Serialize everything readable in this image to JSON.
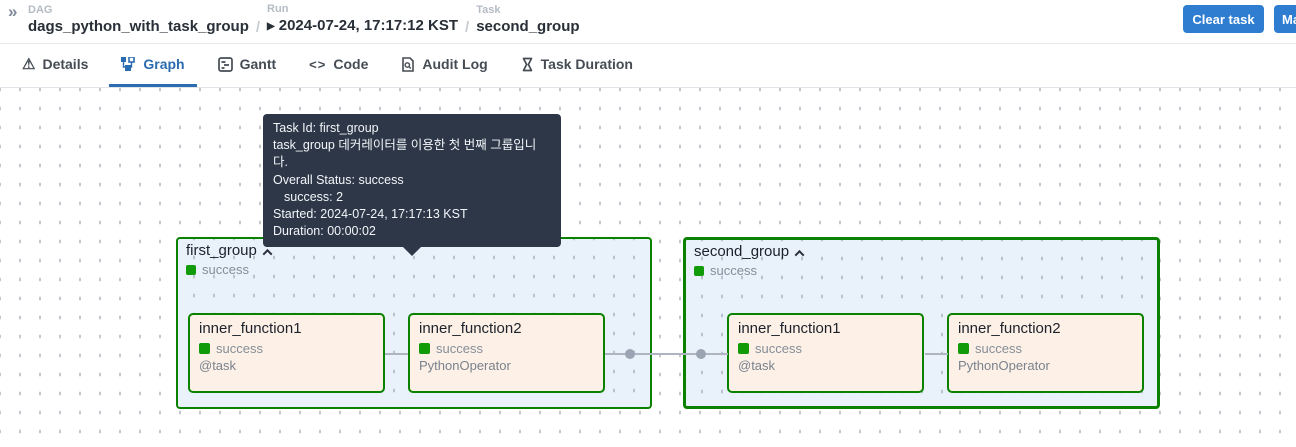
{
  "header": {
    "collapse_icon": "»",
    "separator": "/",
    "breadcrumb": [
      {
        "label": "DAG",
        "value": "dags_python_with_task_group"
      },
      {
        "label": "Run",
        "value": "2024-07-24, 17:17:12 KST",
        "play_icon": "▶"
      },
      {
        "label": "Task",
        "value": "second_group"
      }
    ],
    "actions": {
      "clear_task": "Clear task",
      "mark_state_visible": "Ma"
    }
  },
  "tabs": [
    {
      "label": "Details",
      "icon": "warning-triangle"
    },
    {
      "label": "Graph",
      "icon": "graph",
      "active": true
    },
    {
      "label": "Gantt",
      "icon": "gantt"
    },
    {
      "label": "Code",
      "icon": "code"
    },
    {
      "label": "Audit Log",
      "icon": "audit-log"
    },
    {
      "label": "Task Duration",
      "icon": "hourglass"
    }
  ],
  "tooltip": {
    "lines": [
      "Task Id: first_group",
      "task_group 데커레이터를 이용한 첫 번째 그룹입니다.",
      "Overall Status: success",
      "success: 2",
      "Started: 2024-07-24, 17:17:13 KST",
      "Duration: 00:00:02"
    ]
  },
  "graph": {
    "groups": [
      {
        "name": "first_group",
        "status": "success",
        "tasks": [
          {
            "name": "inner_function1",
            "status": "success",
            "operator": "@task"
          },
          {
            "name": "inner_function2",
            "status": "success",
            "operator": "PythonOperator"
          }
        ]
      },
      {
        "name": "second_group",
        "status": "success",
        "tasks": [
          {
            "name": "inner_function1",
            "status": "success",
            "operator": "@task"
          },
          {
            "name": "inner_function2",
            "status": "success",
            "operator": "PythonOperator"
          }
        ]
      }
    ]
  },
  "colors": {
    "accent_blue": "#2e7dd1",
    "active_tab_blue": "#2b6cb0",
    "group_border_green": "#0a8200",
    "success_green": "#129b09",
    "group_bg": "#e9f1fb",
    "task_bg": "#fdf0e6",
    "tooltip_bg": "#2d3748"
  }
}
